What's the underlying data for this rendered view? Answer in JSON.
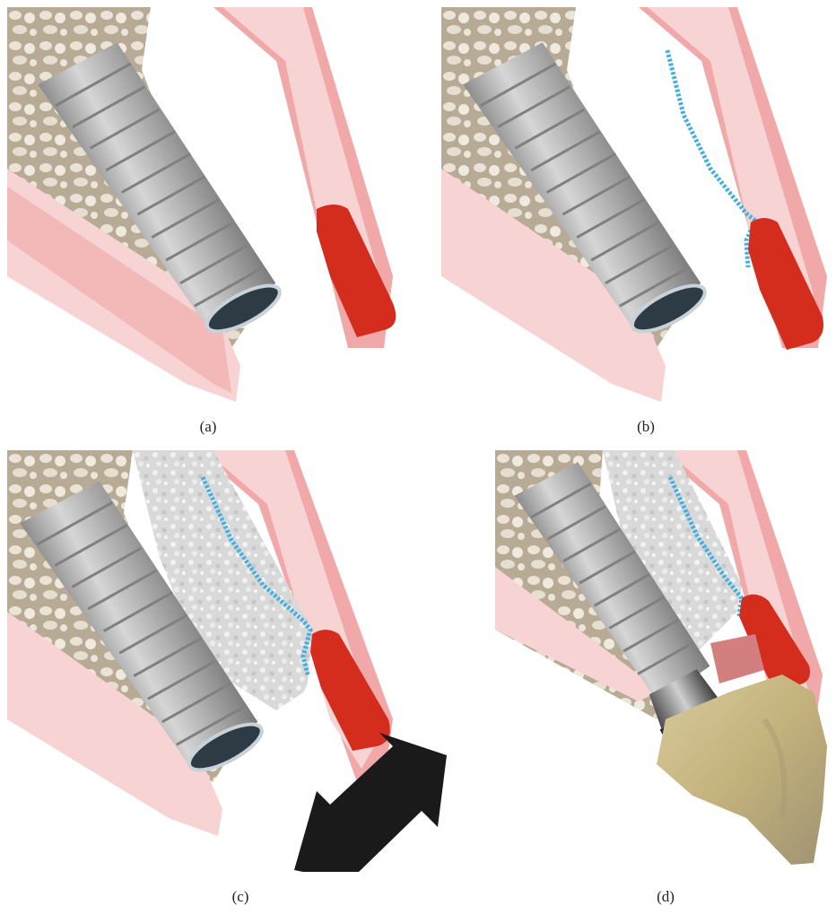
{
  "captions": {
    "a": "(a)",
    "b": "(b)",
    "c": "(c)",
    "d": "(d)"
  },
  "colors": {
    "gingiva_light": "#f7d3d3",
    "gingiva_dark": "#f0a8a8",
    "bone": "#c9bfae",
    "implant": "#a9a9a9",
    "soft_tissue_graft": "#d42d1d",
    "membrane": "#45b0e0",
    "bone_graft": "#dcdcdc",
    "crown": "#c9b985",
    "arrow": "#1a1a1a"
  }
}
